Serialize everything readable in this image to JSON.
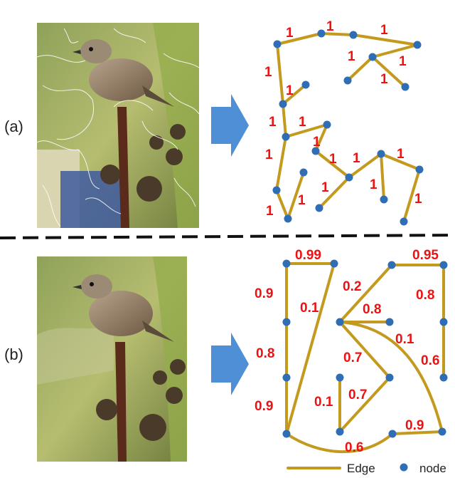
{
  "panels": {
    "a": {
      "label": "(a)",
      "edge_weights": [
        "1",
        "1",
        "1",
        "1",
        "1",
        "1",
        "1",
        "1",
        "1",
        "1",
        "1",
        "1",
        "1",
        "1",
        "1",
        "1",
        "1",
        "1",
        "1",
        "1"
      ]
    },
    "b": {
      "label": "(b)",
      "edge_weights": [
        "0.99",
        "0.95",
        "0.9",
        "0.1",
        "0.2",
        "0.8",
        "0.8",
        "0.8",
        "0.1",
        "0.6",
        "0.7",
        "0.7",
        "0.1",
        "0.9",
        "0.9",
        "0.6"
      ]
    }
  },
  "legend": {
    "edge_label": "Edge",
    "node_label": "node"
  },
  "colors": {
    "edge": "#c49a1e",
    "node": "#2f6db5",
    "weight_text": "#ee1111",
    "arrow": "#4f8fd6",
    "separator": "#111111"
  },
  "icons": {
    "arrow": "right-arrow-icon",
    "bird_photo": "bird-photo",
    "superpixel_overlay": "superpixel-boundaries"
  }
}
